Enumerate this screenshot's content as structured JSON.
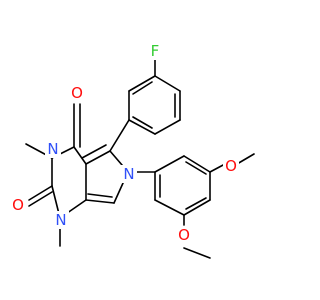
{
  "molecule": {
    "atoms": {
      "F": {
        "text": "F",
        "color": "#33cc33"
      },
      "O_top": {
        "text": "O",
        "color": "#ff0d0d"
      },
      "O_left": {
        "text": "O",
        "color": "#ff0d0d"
      },
      "N3": {
        "text": "N",
        "color": "#3050f8"
      },
      "N1": {
        "text": "N",
        "color": "#3050f8"
      },
      "N6": {
        "text": "N",
        "color": "#3050f8"
      },
      "O_methoxy4": {
        "text": "O",
        "color": "#ff0d0d"
      },
      "O_methoxy3": {
        "text": "O",
        "color": "#ff0d0d"
      }
    },
    "bond_color": "#000000",
    "background": "#ffffff"
  }
}
